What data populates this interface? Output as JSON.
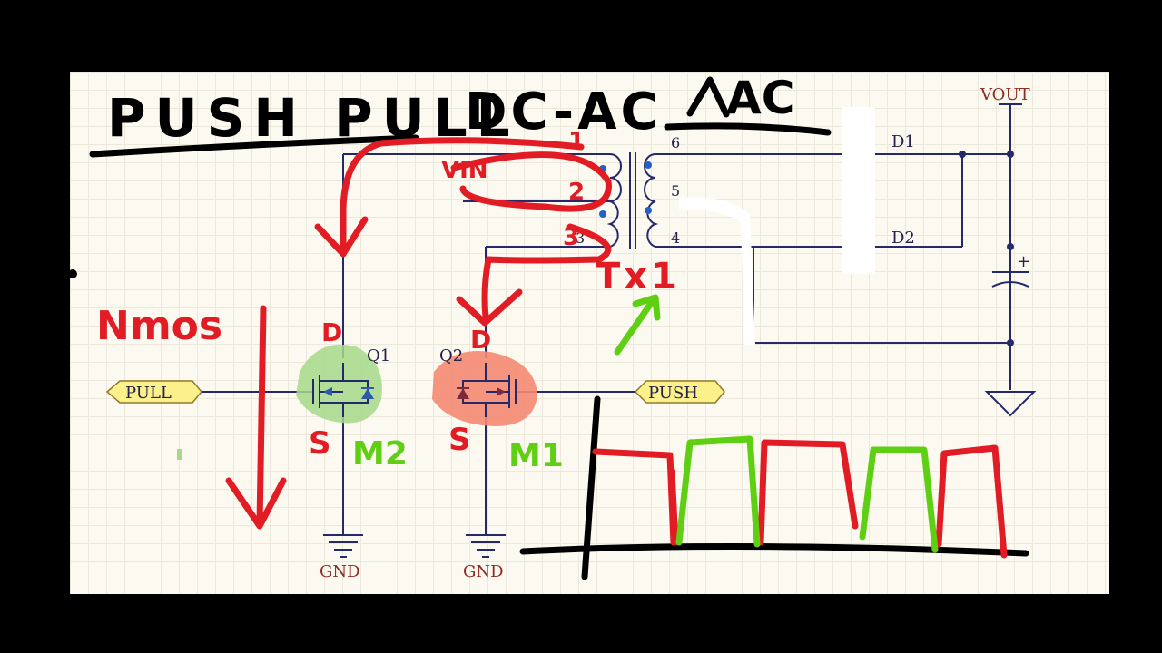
{
  "title": {
    "line1": "PUSH PULL",
    "line2": "DC-AC",
    "line3": "AC"
  },
  "schematic": {
    "vout_label": "VOUT",
    "gnd_labels": [
      "GND",
      "GND"
    ],
    "q1_label": "Q1",
    "q2_label": "Q2",
    "d1_label": "D1",
    "d2_label": "D2",
    "port_pull": "PULL",
    "port_push": "PUSH",
    "pin_6": "6",
    "pin_5": "5",
    "pin_4": "4",
    "pin_3": "3",
    "cap_plus": "+"
  },
  "annotations": {
    "vin": "VIN",
    "pin_1": "1",
    "pin_2": "2",
    "pin_3": "3",
    "tx1": "Tx1",
    "nmos": "Nmos",
    "d_left": "D",
    "d_right": "D",
    "s_left": "S",
    "s_right": "S",
    "m2": "M2",
    "m1": "M1"
  },
  "colors": {
    "background": "#000000",
    "board": "#fbf9f0",
    "net": "#25296a",
    "hand_red": "#e21c24",
    "hand_green": "#5fcf14",
    "q1_highlight": "#a6d98a",
    "q2_highlight": "#f48a72",
    "port_fill": "#fbf08a"
  }
}
